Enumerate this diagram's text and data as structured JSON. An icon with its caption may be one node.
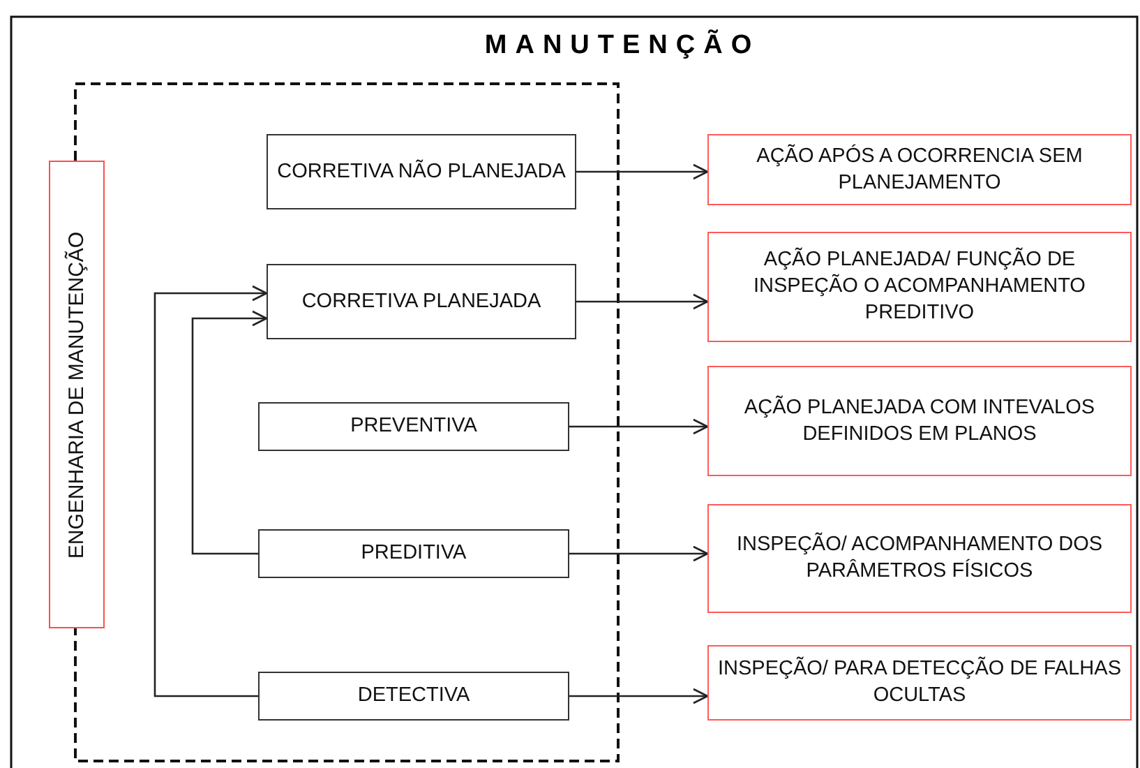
{
  "diagram": {
    "title": "MANUTENÇÃO",
    "nodes": [
      {
        "text": [
          "ENGENHARIA DE MANUTENÇÃO"
        ]
      },
      {
        "text": [
          "CORRETIVA NÃO PLANEJADA"
        ]
      },
      {
        "text": [
          "CORRETIVA PLANEJADA"
        ]
      },
      {
        "text": [
          "PREVENTIVA"
        ]
      },
      {
        "text": [
          "PREDITIVA"
        ]
      },
      {
        "text": [
          "DETECTIVA"
        ]
      },
      {
        "text": [
          "AÇÃO APÓS A OCORRENCIA SEM PLANEJAMENTO"
        ]
      },
      {
        "text": [
          "AÇÃO PLANEJADA/ FUNÇÃO DE INSPEÇÃO O ACOMPANHAMENTO PREDITIVO"
        ]
      },
      {
        "text": [
          "AÇÃO PLANEJADA COM INTEVALOS DEFINIDOS EM PLANOS"
        ]
      },
      {
        "text": [
          "INSPEÇÃO/ ACOMPANHAMENTO DOS PARÂMETROS FÍSICOS"
        ]
      },
      {
        "text": [
          "INSPEÇÃO/ PARA DETECÇÃO DE FALHAS OCULTAS"
        ]
      }
    ],
    "edges": [
      {
        "from": 1,
        "to": 6,
        "arrow": "to"
      },
      {
        "from": 2,
        "to": 7,
        "arrow": "to"
      },
      {
        "from": 3,
        "to": 8,
        "arrow": "to"
      },
      {
        "from": 4,
        "to": 9,
        "arrow": "to"
      },
      {
        "from": 5,
        "to": 10,
        "arrow": "to"
      },
      {
        "from": 5,
        "to": 2,
        "arrow": "to"
      },
      {
        "from": 4,
        "to": 2,
        "arrow": "to"
      }
    ]
  }
}
